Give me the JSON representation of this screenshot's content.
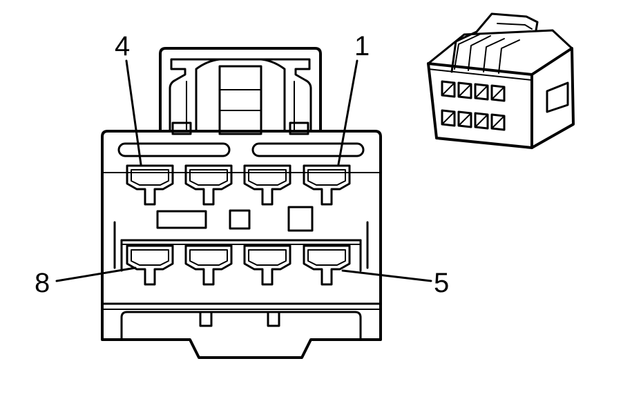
{
  "diagram": {
    "pin_labels": {
      "top_left": "4",
      "top_right": "1",
      "bottom_left": "8",
      "bottom_right": "5"
    },
    "top_row_cavities": 4,
    "bottom_row_cavities": 4
  }
}
